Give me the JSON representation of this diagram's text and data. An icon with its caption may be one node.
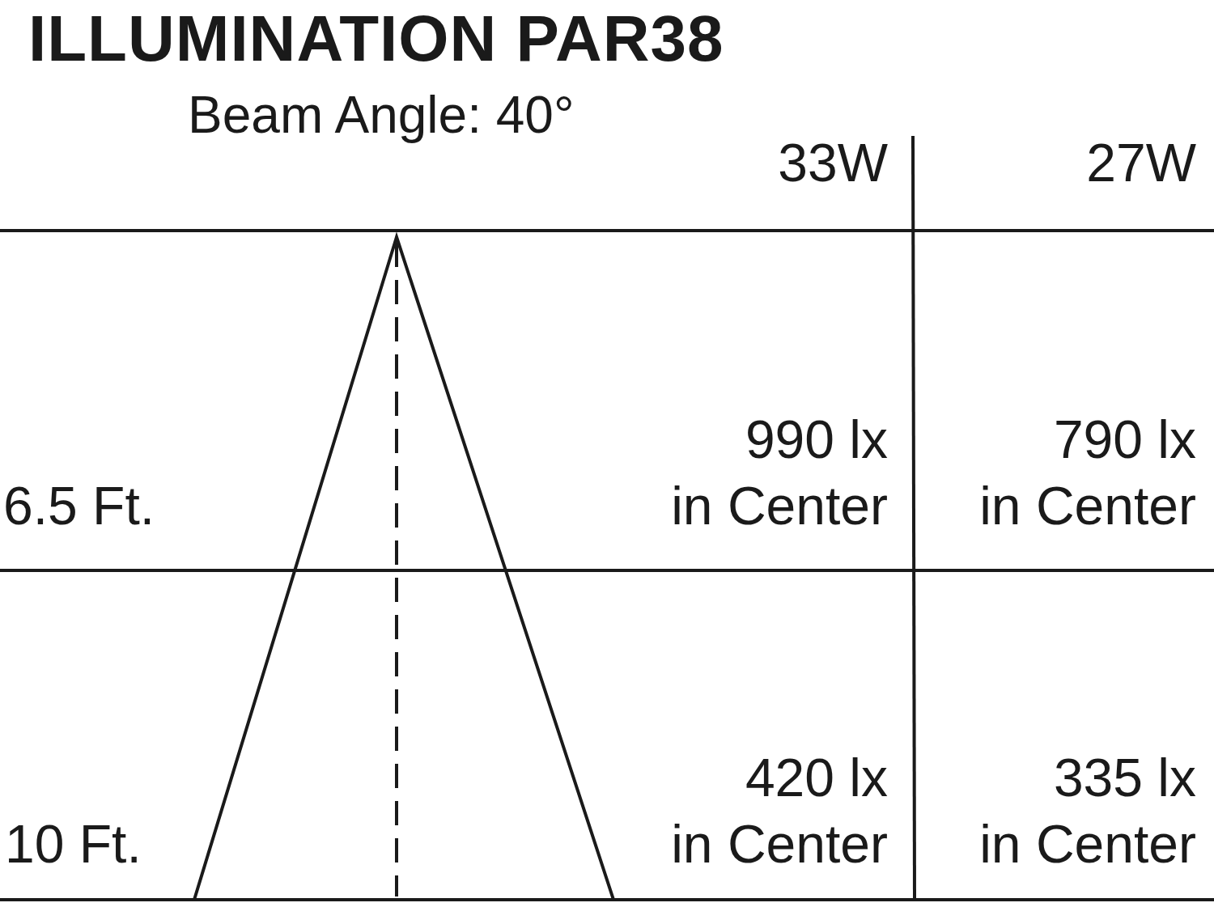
{
  "diagram": {
    "title": "ILLUMINATION PAR38",
    "labels": [
      "Beam Angle: 40°",
      "33W",
      "27W",
      "6.5 Ft.",
      "990 lx in Center",
      "790 lx in Center",
      "10 Ft.",
      "420 lx in Center",
      "335 lx in Center"
    ]
  }
}
